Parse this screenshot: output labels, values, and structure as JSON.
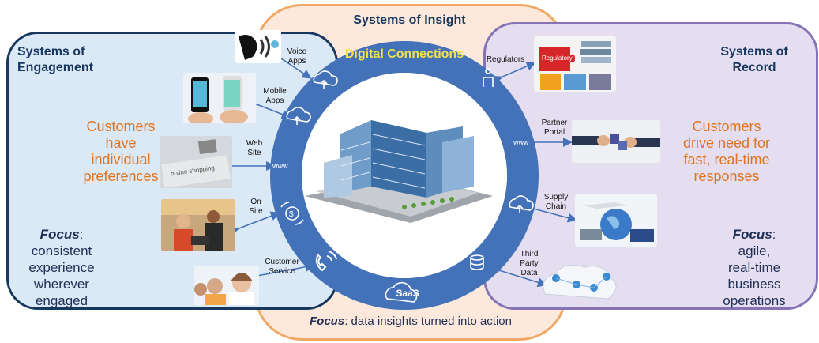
{
  "center": {
    "title": "Systems of Insight",
    "ring_title": "Digital Connections",
    "saas_label": "SaaS",
    "focus_word": "Focus",
    "focus_rest": ": data insights turned into action"
  },
  "left": {
    "title_line1": "Systems of",
    "title_line2": "Engagement",
    "customers_lines": [
      "Customers",
      "have",
      "individual",
      "preferences"
    ],
    "focus_word": "Focus",
    "focus_lines": [
      "consistent",
      "experience",
      "wherever",
      "engaged"
    ],
    "channels": [
      {
        "line1": "Voice",
        "line2": "Apps"
      },
      {
        "line1": "Mobile",
        "line2": "Apps"
      },
      {
        "line1": "Web",
        "line2": "Site"
      },
      {
        "line1": "On",
        "line2": "Site"
      },
      {
        "line1": "Customer",
        "line2": "Service"
      }
    ]
  },
  "right": {
    "title_line1": "Systems of",
    "title_line2": "Record",
    "customers_lines": [
      "Customers",
      "drive need for",
      "fast, real-time",
      "responses"
    ],
    "focus_word": "Focus",
    "focus_lines": [
      "agile,",
      "real-time",
      "business",
      "operations"
    ],
    "channels": [
      {
        "line1": "Regulators",
        "line2": "",
        "line3": ""
      },
      {
        "line1": "Partner",
        "line2": "Portal",
        "line3": ""
      },
      {
        "line1": "Supply",
        "line2": "Chain",
        "line3": ""
      },
      {
        "line1": "Third",
        "line2": "Party",
        "line3": "Data"
      }
    ]
  },
  "images": {
    "keyboard_text": "online shopping",
    "regulatory_text": "Regulatory"
  },
  "colors": {
    "navy": "#17375e",
    "ring": "#4472b8",
    "orange": "#e0731e",
    "purple_border": "#8673b5",
    "orange_border": "#f0a864",
    "ring_title": "#f2e14a"
  }
}
